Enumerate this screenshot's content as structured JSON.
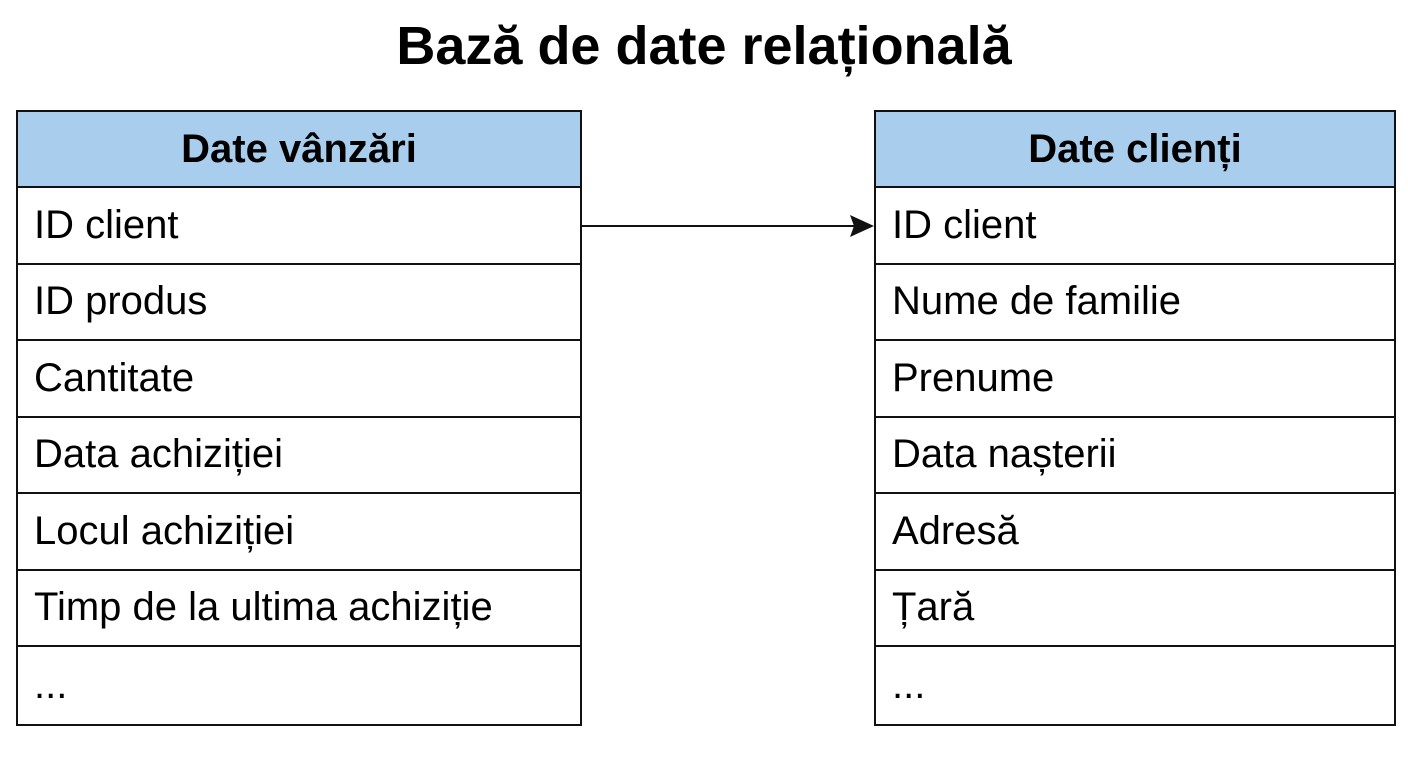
{
  "title": "Bază de date relațională",
  "colors": {
    "header_fill": "#a9cdec",
    "border": "#111111",
    "background": "#ffffff"
  },
  "tables": [
    {
      "header": "Date vânzări",
      "rows": [
        "ID client",
        "ID produs",
        "Cantitate",
        "Data achiziției",
        "Locul achiziției",
        "Timp de la ultima achiziție",
        "..."
      ]
    },
    {
      "header": "Date clienți",
      "rows": [
        "ID client",
        "Nume de familie",
        "Prenume",
        "Data nașterii",
        "Adresă",
        "Țară",
        "..."
      ]
    }
  ],
  "relation": {
    "from": "Date vânzări.ID client",
    "to": "Date clienți.ID client"
  }
}
